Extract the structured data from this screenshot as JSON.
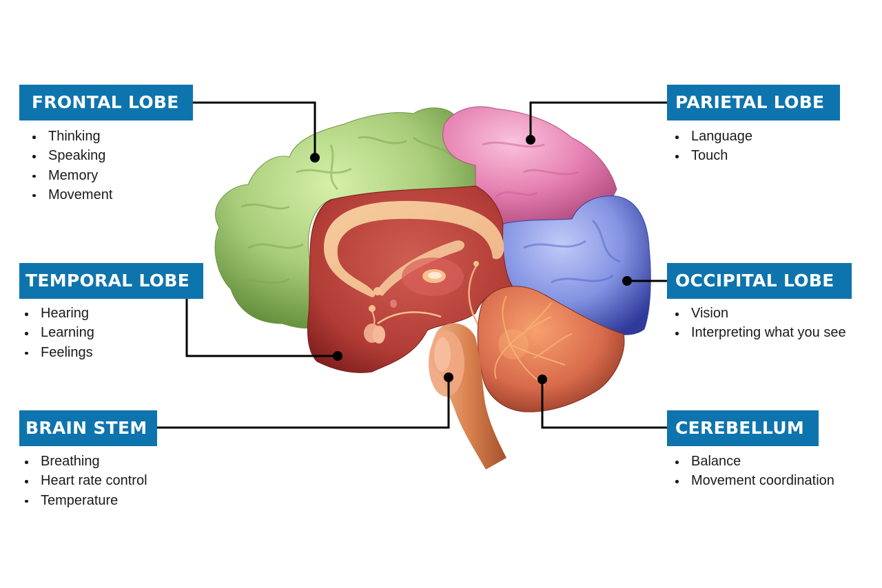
{
  "diagram": {
    "subject": "Human brain (sagittal view) with labeled regions and functions",
    "colors": {
      "label_background": "#0e74ad",
      "label_text": "#ffffff",
      "bullet_text": "#1a1a1a",
      "connector": "#000000",
      "frontal_lobe": "#a9cf7a",
      "parietal_lobe": "#e884b4",
      "occipital_lobe": "#7f8fe0",
      "temporal_inner": "#b8413b",
      "cerebellum": "#d8714e",
      "brain_stem": "#e0935e"
    },
    "regions": [
      {
        "id": "frontal",
        "title": "FRONTAL LOBE",
        "functions": [
          "Thinking",
          "Speaking",
          "Memory",
          "Movement"
        ]
      },
      {
        "id": "temporal",
        "title": "TEMPORAL LOBE",
        "functions": [
          "Hearing",
          "Learning",
          "Feelings"
        ]
      },
      {
        "id": "brainstem",
        "title": "BRAIN STEM",
        "functions": [
          "Breathing",
          "Heart rate control",
          "Temperature"
        ]
      },
      {
        "id": "parietal",
        "title": "PARIETAL LOBE",
        "functions": [
          "Language",
          "Touch"
        ]
      },
      {
        "id": "occipital",
        "title": "OCCIPITAL LOBE",
        "functions": [
          "Vision",
          "Interpreting what you see"
        ]
      },
      {
        "id": "cerebellum",
        "title": "CEREBELLUM",
        "functions": [
          "Balance",
          "Movement coordination"
        ]
      }
    ]
  }
}
